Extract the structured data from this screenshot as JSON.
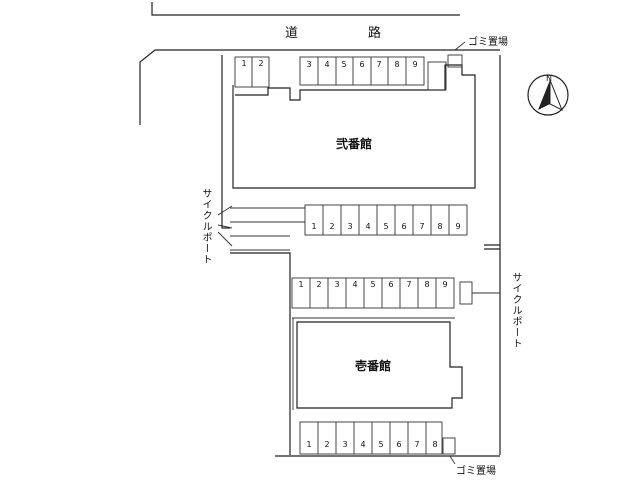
{
  "road": {
    "chars": [
      "道",
      "路"
    ]
  },
  "buildings": {
    "ni": "弐番館",
    "ichi": "壱番館"
  },
  "gomi": {
    "top": "ゴミ置場",
    "bottom": "ゴミ置場"
  },
  "cycle_port": {
    "left": "サイクルポート",
    "right": "サイクルポート"
  },
  "compass": {
    "label": "N"
  },
  "parking": {
    "top_left": [
      "1",
      "2"
    ],
    "top_right": [
      "3",
      "4",
      "5",
      "6",
      "7",
      "8",
      "9"
    ],
    "middle": [
      "1",
      "2",
      "3",
      "4",
      "5",
      "6",
      "7",
      "8",
      "9"
    ],
    "south_upper": [
      "1",
      "2",
      "3",
      "4",
      "5",
      "6",
      "7",
      "8",
      "9"
    ],
    "south_lower": [
      "1",
      "2",
      "3",
      "4",
      "5",
      "6",
      "7",
      "8"
    ]
  }
}
